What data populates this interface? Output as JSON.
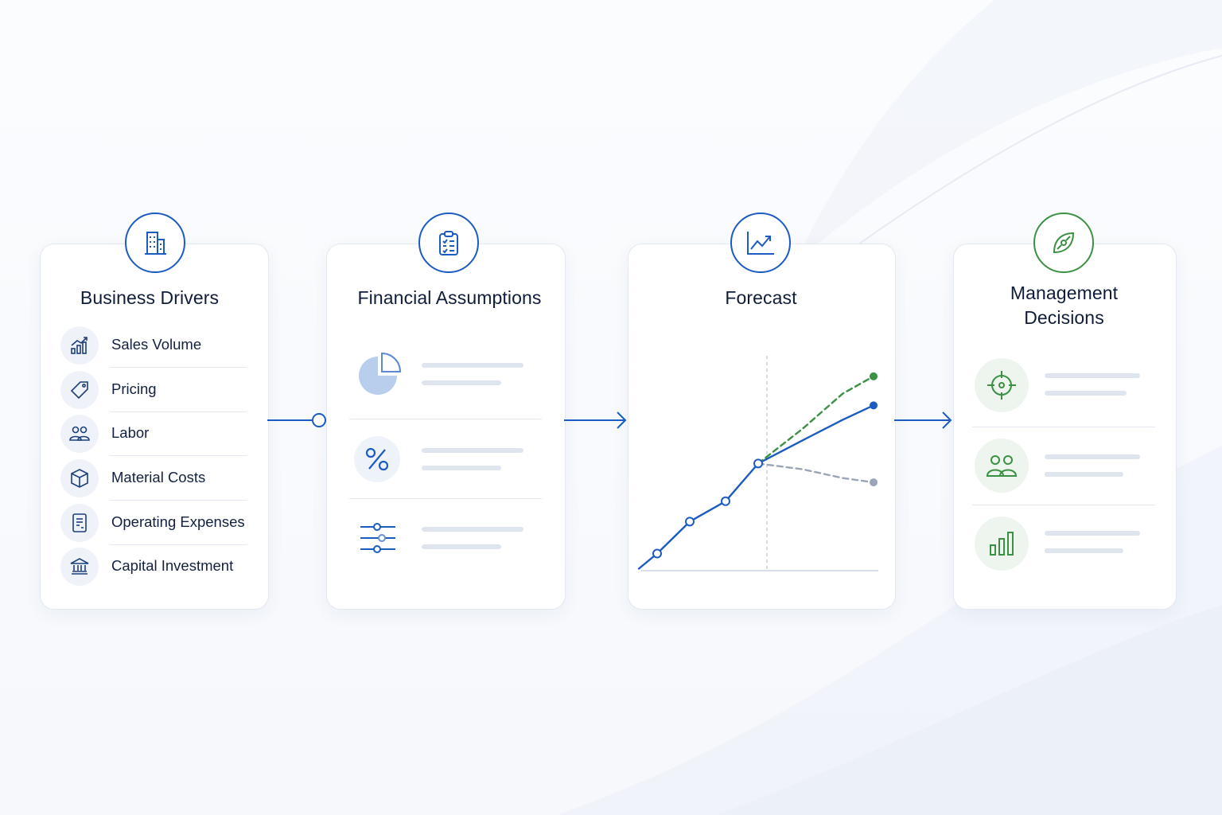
{
  "stages": {
    "business_drivers": {
      "title": "Business Drivers",
      "items": [
        {
          "label": "Sales Volume",
          "icon": "bar-chart-up-icon"
        },
        {
          "label": "Pricing",
          "icon": "price-tag-icon"
        },
        {
          "label": "Labor",
          "icon": "people-icon"
        },
        {
          "label": "Material Costs",
          "icon": "box-icon"
        },
        {
          "label": "Operating Expenses",
          "icon": "receipt-icon"
        },
        {
          "label": "Capital Investment",
          "icon": "bank-icon"
        }
      ]
    },
    "financial_assumptions": {
      "title": "Financial Assumptions",
      "rows": [
        {
          "icon": "pie-chart-icon"
        },
        {
          "icon": "percent-icon"
        },
        {
          "icon": "sliders-icon"
        }
      ]
    },
    "forecast": {
      "title": "Forecast"
    },
    "management_decisions": {
      "title_line1": "Management",
      "title_line2": "Decisions",
      "rows": [
        {
          "icon": "target-icon"
        },
        {
          "icon": "team-icon"
        },
        {
          "icon": "bar-chart-icon"
        }
      ]
    }
  },
  "chart_data": {
    "type": "line",
    "title": "Forecast",
    "x": [
      1,
      2,
      3,
      4
    ],
    "values": [
      1.0,
      2.1,
      2.8,
      4.1
    ],
    "series": [
      {
        "values": [
          4.1,
          4.9,
          5.6,
          6.1
        ],
        "color": "#1c5bc2",
        "style": "solid"
      },
      {
        "values": [
          4.1,
          5.3,
          6.5,
          7.1
        ],
        "color": "#3b9143",
        "style": "dashed"
      },
      {
        "values": [
          4.1,
          3.9,
          3.6,
          3.45
        ],
        "color": "#9aa5b5",
        "style": "dashed"
      }
    ],
    "forecast_start_x": 4,
    "grid": false
  },
  "colors": {
    "primary_blue": "#1c5bc2",
    "accent_green": "#3b9143",
    "neutral_gray": "#9aa5b5"
  }
}
